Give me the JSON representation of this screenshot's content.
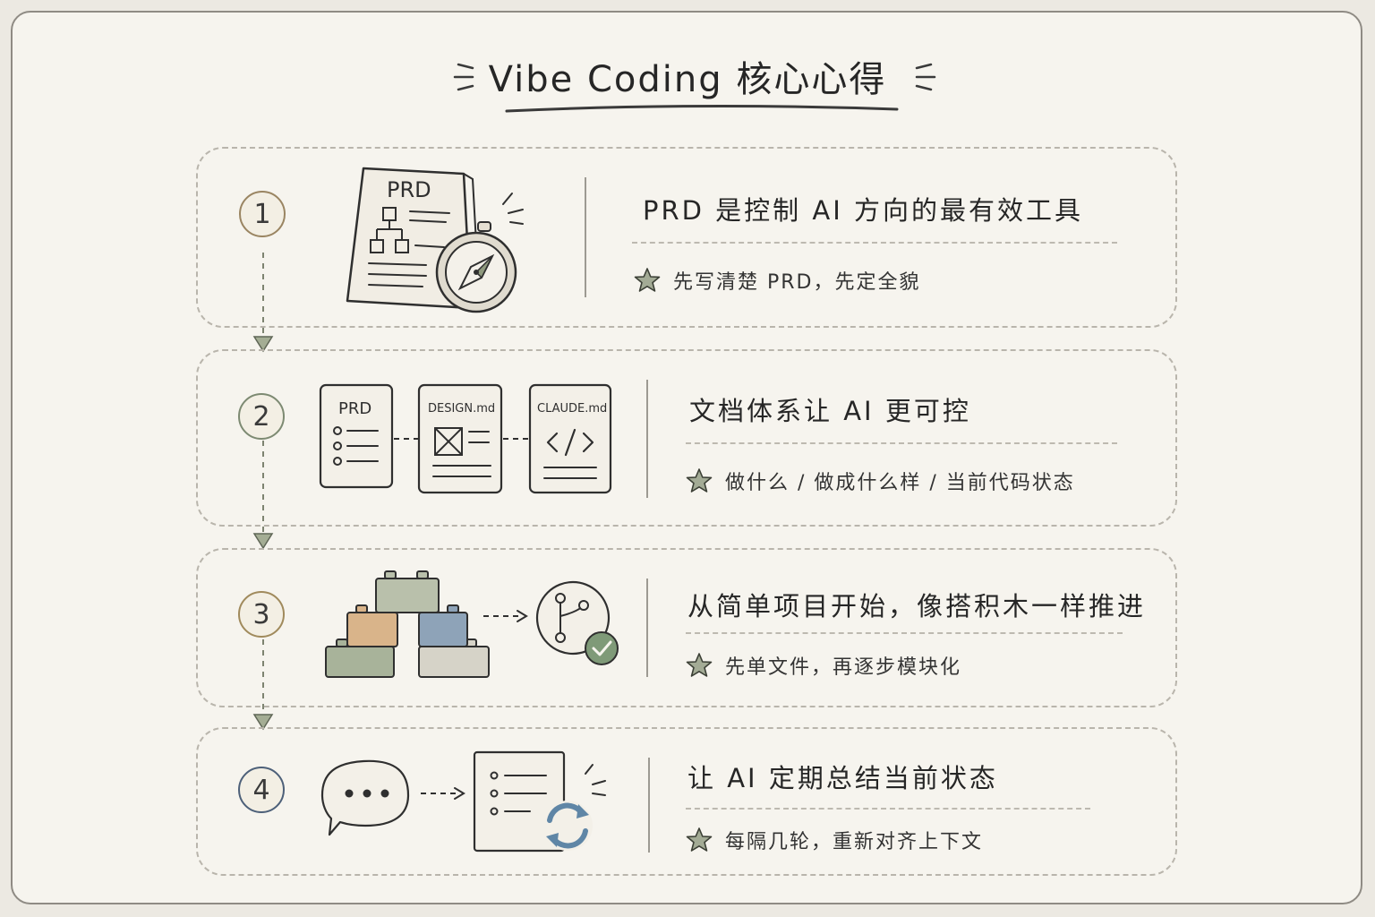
{
  "title": "Vibe Coding 核心心得",
  "steps": [
    {
      "number": "1",
      "heading": "PRD 是控制 AI 方向的最有效工具",
      "sub": "先写清楚 PRD，先定全貌",
      "doc_label": "PRD",
      "icons": [
        "document-icon",
        "org-chart-icon",
        "compass-icon"
      ]
    },
    {
      "number": "2",
      "heading": "文档体系让 AI 更可控",
      "sub": "做什么 / 做成什么样 / 当前代码状态",
      "doc_labels": [
        "PRD",
        "DESIGN.md",
        "CLAUDE.md"
      ],
      "icons": [
        "list-document-icon",
        "design-document-icon",
        "code-document-icon"
      ]
    },
    {
      "number": "3",
      "heading": "从简单项目开始，像搭积木一样推进",
      "sub": "先单文件，再逐步模块化",
      "icons": [
        "building-blocks-icon",
        "git-branch-check-icon"
      ]
    },
    {
      "number": "4",
      "heading": "让 AI 定期总结当前状态",
      "sub": "每隔几轮，重新对齐上下文",
      "icons": [
        "chat-bubble-icon",
        "checklist-sync-icon"
      ]
    }
  ],
  "colors": {
    "background": "#f6f4ee",
    "ink": "#2b2b2b",
    "dashed": "#b9b5ac",
    "star": "#9aa38d",
    "block_green": "#a8b39a",
    "block_tan": "#d9b48a",
    "block_blue": "#8ea3b8",
    "block_gray": "#c9c7bd",
    "check_green": "#7f9a78",
    "sync_blue": "#5f86a6"
  }
}
